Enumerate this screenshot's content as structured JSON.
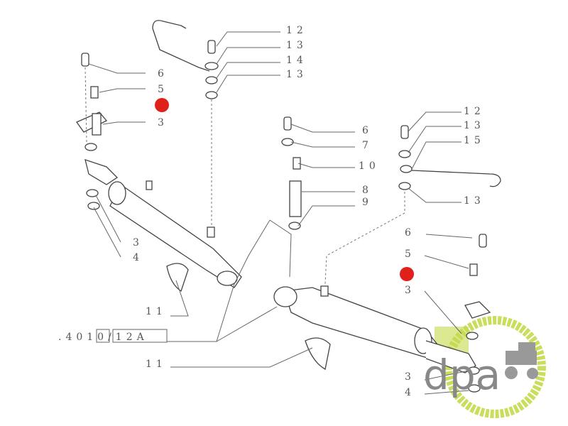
{
  "diagram": {
    "reference": ".4010/12A",
    "labels": {
      "l_6": "6",
      "l_5": "5",
      "l_3a": "3",
      "l_3b": "3",
      "l_4": "4",
      "l_11a": "11",
      "t_12": "12",
      "t_13a": "13",
      "t_14": "14",
      "t_13b": "13",
      "m_6": "6",
      "m_7": "7",
      "m_10": "10",
      "m_8": "8",
      "m_9": "9",
      "r_12": "12",
      "r_13a": "13",
      "r_15": "15",
      "r_13b": "13",
      "rl_6": "6",
      "rl_5": "5",
      "rl_3a": "3",
      "rl_3b": "3",
      "rl_4": "4",
      "b_11": "11"
    },
    "marker_color": "#e0201b"
  },
  "watermark": {
    "text": "dpa",
    "accent": "#c5d94a"
  }
}
